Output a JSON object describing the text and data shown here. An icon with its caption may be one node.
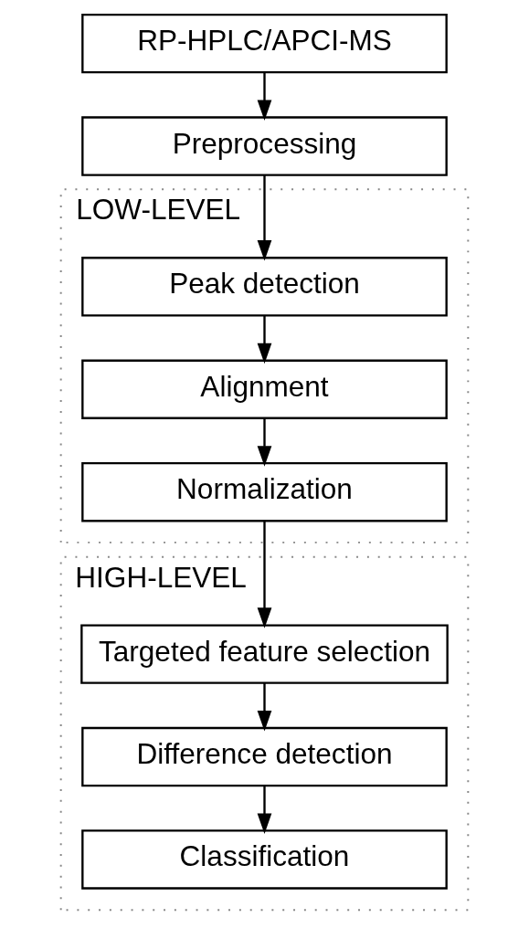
{
  "diagram": {
    "nodes": [
      {
        "text": [
          "RP-HPLC/APCI-MS"
        ]
      },
      {
        "text": [
          "Preprocessing"
        ]
      },
      {
        "text": [
          "LOW-LEVEL"
        ]
      },
      {
        "text": [
          "Peak detection"
        ],
        "in": 2
      },
      {
        "text": [
          "Alignment"
        ],
        "in": 2
      },
      {
        "text": [
          "Normalization"
        ],
        "in": 2
      },
      {
        "text": [
          "HIGH-LEVEL"
        ]
      },
      {
        "text": [
          "Targeted feature selection"
        ],
        "in": 6
      },
      {
        "text": [
          "Difference detection"
        ],
        "in": 6
      },
      {
        "text": [
          "Classification"
        ],
        "in": 6
      }
    ],
    "edges": [
      {
        "from": 0,
        "to": 1,
        "arrow": "to"
      },
      {
        "from": 1,
        "to": 3,
        "arrow": "to"
      },
      {
        "from": 3,
        "to": 4,
        "arrow": "to"
      },
      {
        "from": 4,
        "to": 5,
        "arrow": "to"
      },
      {
        "from": 5,
        "to": 7,
        "arrow": "to"
      },
      {
        "from": 7,
        "to": 8,
        "arrow": "to"
      },
      {
        "from": 8,
        "to": 9,
        "arrow": "to"
      }
    ]
  }
}
